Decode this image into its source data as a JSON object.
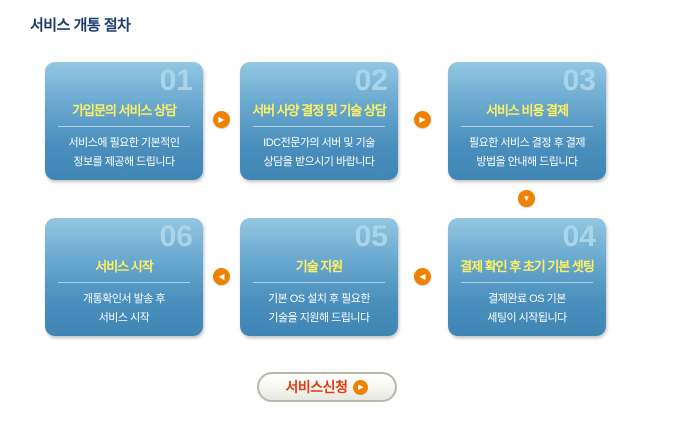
{
  "page": {
    "title": "서비스 개통 절차"
  },
  "colors": {
    "heading_navy": "#1c3c6e",
    "card_blue_top": "#94c7e2",
    "card_blue_bottom": "#3f86b4",
    "step_title_yellow": "#fff063",
    "arrow_orange": "#ef8200",
    "button_text_red": "#e8380c"
  },
  "icons": {
    "arrow_right": "▶",
    "arrow_left": "◀",
    "arrow_down": "▼"
  },
  "cards": [
    {
      "number": "01",
      "title": "가입문의 서비스 상담",
      "line1": "서비스에 필요한 기본적인",
      "line2": "정보를 제공해 드립니다"
    },
    {
      "number": "02",
      "title": "서버 사양 결정 및 기술 상담",
      "line1": "IDC전문가의 서버 및 기술",
      "line2": "상담을 받으시기 바랍니다"
    },
    {
      "number": "03",
      "title": "서비스 비용 결제",
      "line1": "필요한 서비스 결정 후 결제",
      "line2": "방법을 안내해 드립니다"
    },
    {
      "number": "06",
      "title": "서비스 시작",
      "line1": "개통확인서 발송 후",
      "line2": "서비스 시작"
    },
    {
      "number": "05",
      "title": "기술 지원",
      "line1": "기본 OS 설치 후 필요한",
      "line2": "기술을 지원해 드립니다"
    },
    {
      "number": "04",
      "title": "결제 확인 후 초기 기본 셋팅",
      "line1": "결제완료 OS 기본",
      "line2": "세팅이 시작됩니다"
    }
  ],
  "button": {
    "label": "서비스신청"
  }
}
